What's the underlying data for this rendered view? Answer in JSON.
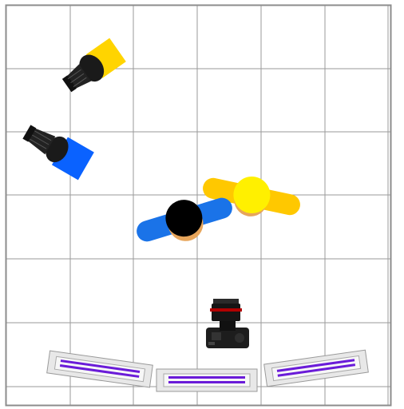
{
  "scene": {
    "background": "#ffffff",
    "grid_color": "#9a9a9a",
    "border_color": "#8c8c8c",
    "colors": {
      "gel_yellow": "#ffd400",
      "gel_blue": "#0a62ff",
      "light_body": "#151515",
      "person_yellow": "#fff000",
      "person_black": "#000000",
      "shoulder_yellow": "#ffc800",
      "shoulder_blue": "#1a73e8",
      "skin": "#e7a55b",
      "purple_tube": "#6a1bd8",
      "backdrop_frame": "#e8e8e8"
    }
  },
  "items": [
    {
      "kind": "light",
      "name": "key-light",
      "gel": "yellow",
      "icon": "studio-light-icon"
    },
    {
      "kind": "light",
      "name": "rim-light",
      "gel": "blue",
      "icon": "studio-light-icon"
    },
    {
      "kind": "subject",
      "name": "subject-yellow",
      "icon": "person-top-view-icon"
    },
    {
      "kind": "subject",
      "name": "subject-black",
      "icon": "person-top-view-icon"
    },
    {
      "kind": "camera",
      "name": "camera",
      "icon": "dslr-camera-icon"
    },
    {
      "kind": "tube-light",
      "name": "purple-tube-left",
      "icon": "tube-light-icon"
    },
    {
      "kind": "tube-light",
      "name": "purple-tube-center",
      "icon": "tube-light-icon"
    },
    {
      "kind": "tube-light",
      "name": "purple-tube-right",
      "icon": "tube-light-icon"
    }
  ]
}
